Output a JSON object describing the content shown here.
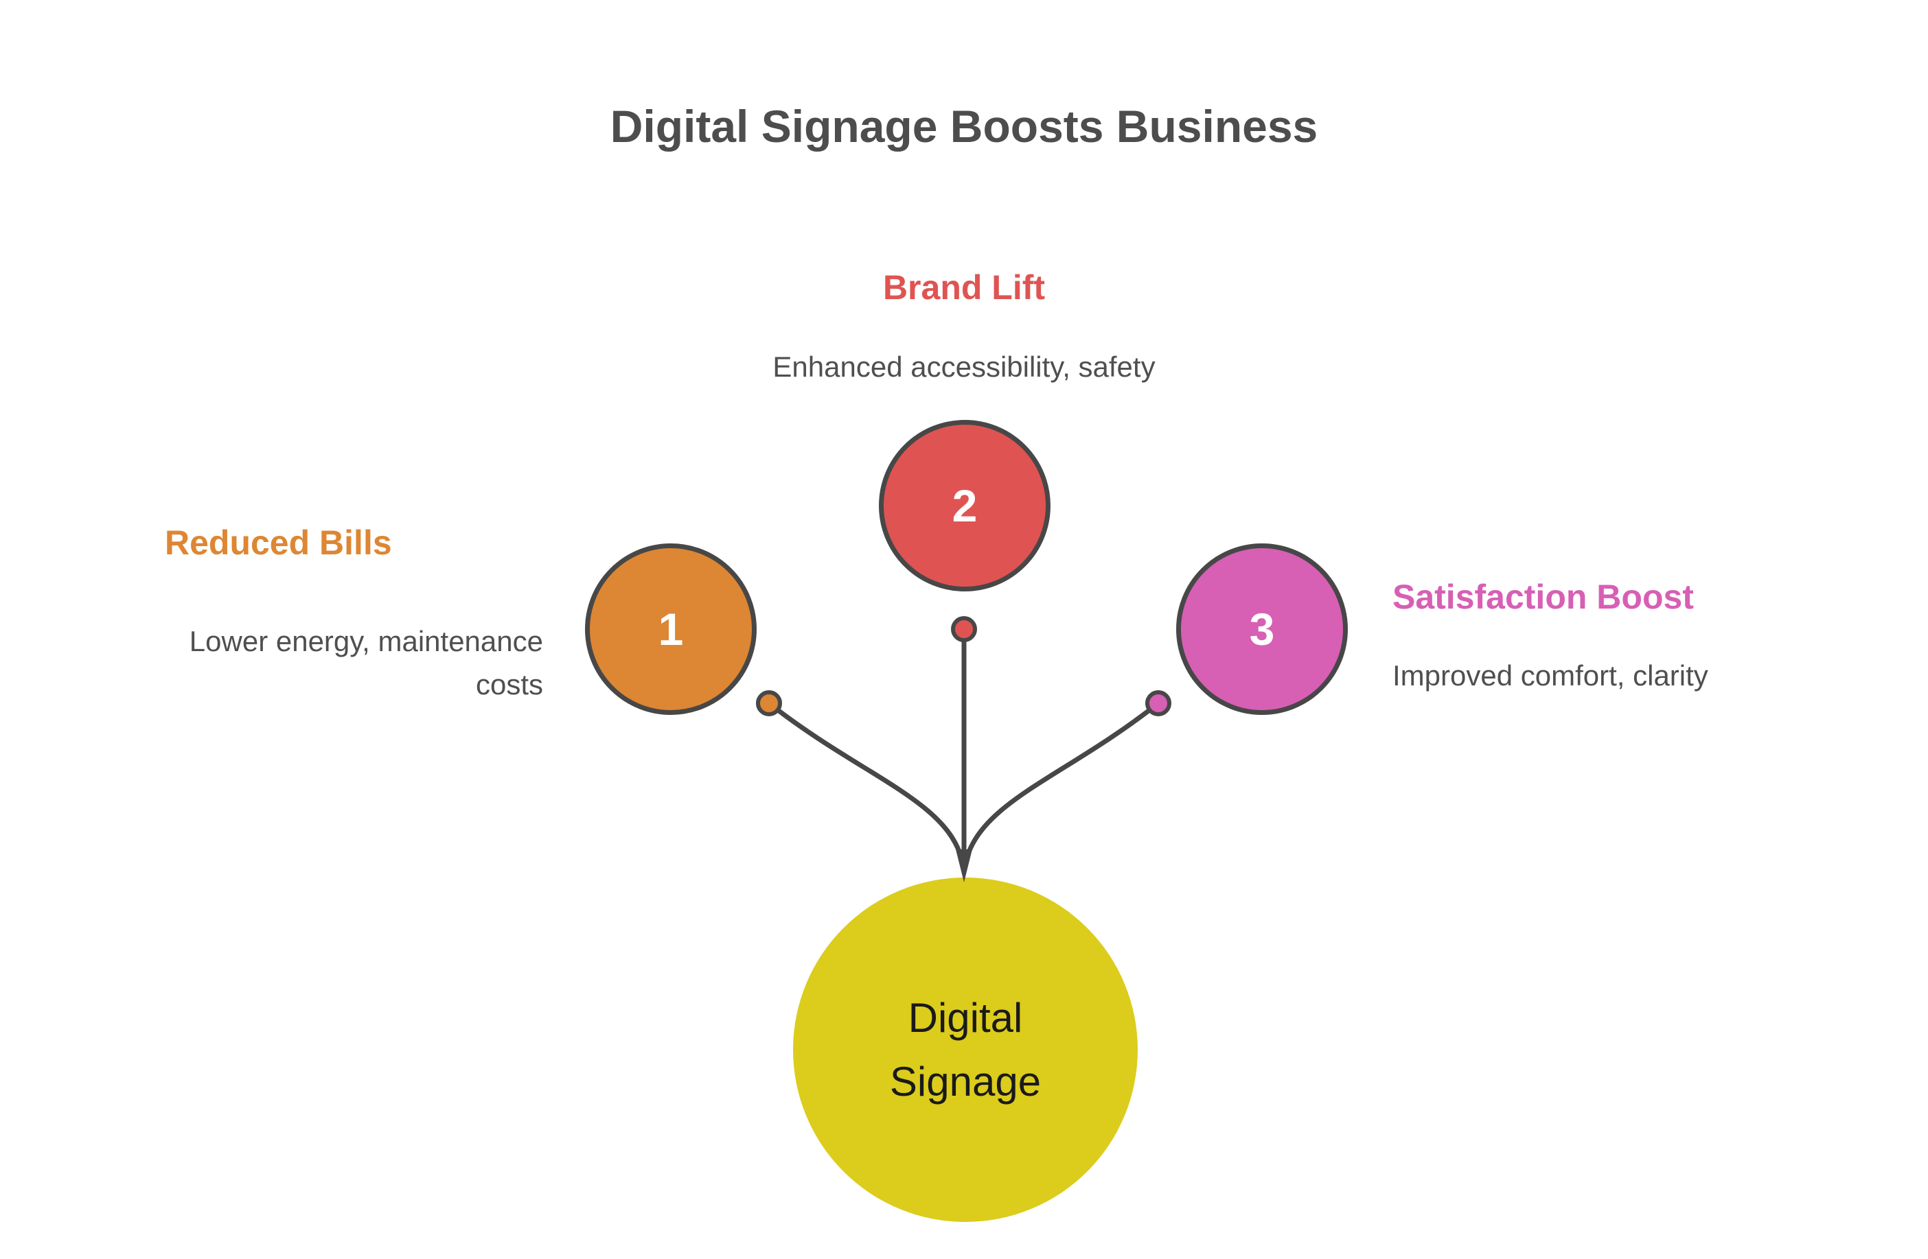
{
  "title": {
    "text": "Digital Signage Boosts Business",
    "color": "#4D4D4D"
  },
  "styles": {
    "background": "#FFFFFF",
    "connector_stroke": "#474747",
    "subtitle_color": "#4F4F4F",
    "number_color": "#FFFFFF"
  },
  "nodes": [
    {
      "number": "1",
      "heading": "Reduced Bills",
      "subtitle": "Lower energy, maintenance costs",
      "color": "#DD8633"
    },
    {
      "number": "2",
      "heading": "Brand Lift",
      "subtitle": "Enhanced accessibility, safety",
      "color": "#DF5452"
    },
    {
      "number": "3",
      "heading": "Satisfaction Boost",
      "subtitle": "Improved comfort, clarity",
      "color": "#D75FB4"
    }
  ],
  "center": {
    "line1": "Digital",
    "line2": "Signage",
    "fill": "#DCCC1C",
    "text_color": "#1A1A1A"
  }
}
